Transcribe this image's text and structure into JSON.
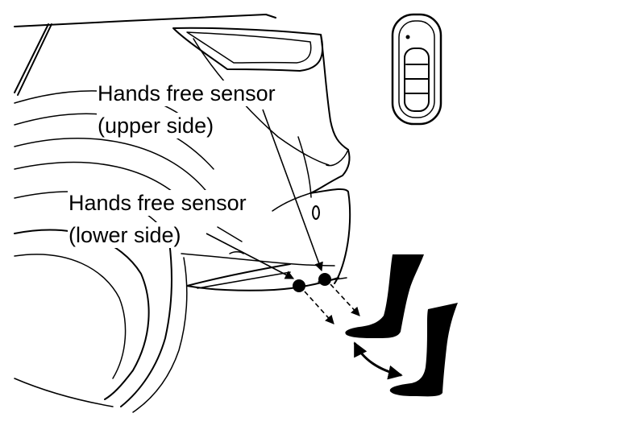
{
  "labels": {
    "upper_sensor_line1": "Hands free sensor",
    "upper_sensor_line2": "(upper side)",
    "lower_sensor_line1": "Hands free sensor",
    "lower_sensor_line2": "(lower side)"
  },
  "colors": {
    "line": "#000000",
    "background": "#ffffff"
  }
}
